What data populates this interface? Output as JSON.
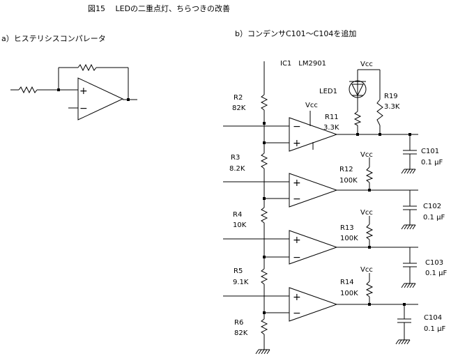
{
  "figure_title": "図15　 LEDの二重点灯、ちらつきの改善",
  "panel_a": {
    "caption": "a）ヒステリシスコンパレータ"
  },
  "panel_b": {
    "caption": "b）コンデンサC101～C104を追加",
    "ic_label": "IC1　LM2901",
    "vcc": "Vcc",
    "led": "LED1",
    "resistors": [
      {
        "name": "R2",
        "value": "82K"
      },
      {
        "name": "R3",
        "value": "8.2K"
      },
      {
        "name": "R4",
        "value": "10K"
      },
      {
        "name": "R5",
        "value": "9.1K"
      },
      {
        "name": "R6",
        "value": "82K"
      },
      {
        "name": "R11",
        "value": "3.3K"
      },
      {
        "name": "R12",
        "value": "100K"
      },
      {
        "name": "R13",
        "value": "100K"
      },
      {
        "name": "R14",
        "value": "100K"
      },
      {
        "name": "R19",
        "value": "3.3K"
      }
    ],
    "capacitors": [
      {
        "name": "C101",
        "value": "0.1 μF"
      },
      {
        "name": "C102",
        "value": "0.1 μF"
      },
      {
        "name": "C103",
        "value": "0.1 μF"
      },
      {
        "name": "C104",
        "value": "0.1 μF"
      }
    ],
    "opamp_signs": {
      "plus": "+",
      "minus": "−"
    }
  }
}
